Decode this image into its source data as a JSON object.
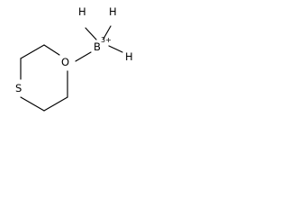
{
  "molecule": {
    "atoms": {
      "sulfur": "S",
      "oxygen": "O",
      "boron": "B",
      "hydrogen_top_left": "H",
      "hydrogen_top_right": "H",
      "hydrogen_right": "H"
    },
    "charge": "3+"
  }
}
